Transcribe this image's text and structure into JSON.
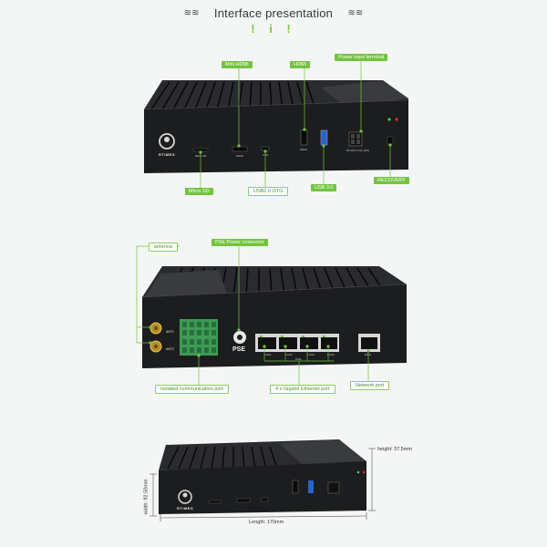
{
  "header": {
    "title": "Interface presentation",
    "wave_left": "≋≋",
    "wave_right": "≋≋",
    "exclamation": "! i !"
  },
  "section1": {
    "labels": {
      "mini_hdmi": "Mini HDMI",
      "hdmi": "HDMI",
      "power_input": "Power input terminal",
      "micro_sd": "Micro SD",
      "usb2_otg": "USB2.0 OTG",
      "usb3": "USB 3.0",
      "recovery": "RECOVERY"
    },
    "port_captions": {
      "micro_sd": "Micro SD",
      "hdmi_mini": "HDMI",
      "otg": "OTG",
      "hdmi": "HDMI",
      "dc_in": "DC12V IN (9~19V)"
    },
    "logo": "RTIMES"
  },
  "section2": {
    "labels": {
      "antenna": "antenna",
      "pse_power": "PSE Power connector",
      "isolated": "Isolated communication port",
      "gigabit": "4 x Gigabit Ethernet port",
      "network": "Network port"
    },
    "panel_text": {
      "ant1": "ANT1",
      "ant2": "ANT2",
      "pse": "PSE",
      "poe": "POE",
      "lan_labels": [
        "LAN1",
        "LAN2",
        "LAN3",
        "LAN4"
      ],
      "wan": "WAN"
    }
  },
  "section3": {
    "height": "height:  37.5mm",
    "width": "width: 92.50mm",
    "length": "Length: 170mm",
    "logo": "RTIMES"
  },
  "colors": {
    "accent_green": "#72c43e",
    "device_body": "#1c1d1f",
    "background": "#f4f6f5"
  }
}
